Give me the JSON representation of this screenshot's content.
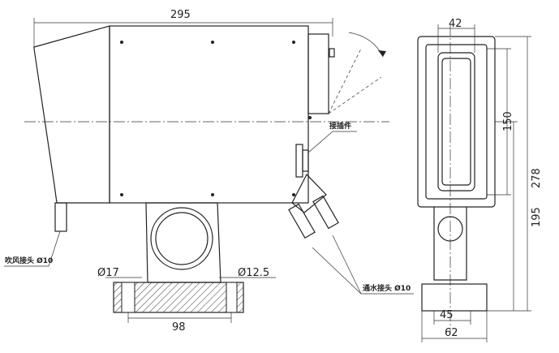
{
  "side_view": {
    "overall_length": "295",
    "connector_label": "接插件",
    "air_fitting_label": "吹风接头 Ø10",
    "water_fitting_label": "通水接头 Ø10",
    "hole_large": "Ø17",
    "hole_small": "Ø12.5",
    "base_width": "98"
  },
  "front_view": {
    "window_width": "42",
    "window_height": "150",
    "overall_height": "278",
    "center_height": "195",
    "base_inner": "45",
    "base_width": "62"
  }
}
